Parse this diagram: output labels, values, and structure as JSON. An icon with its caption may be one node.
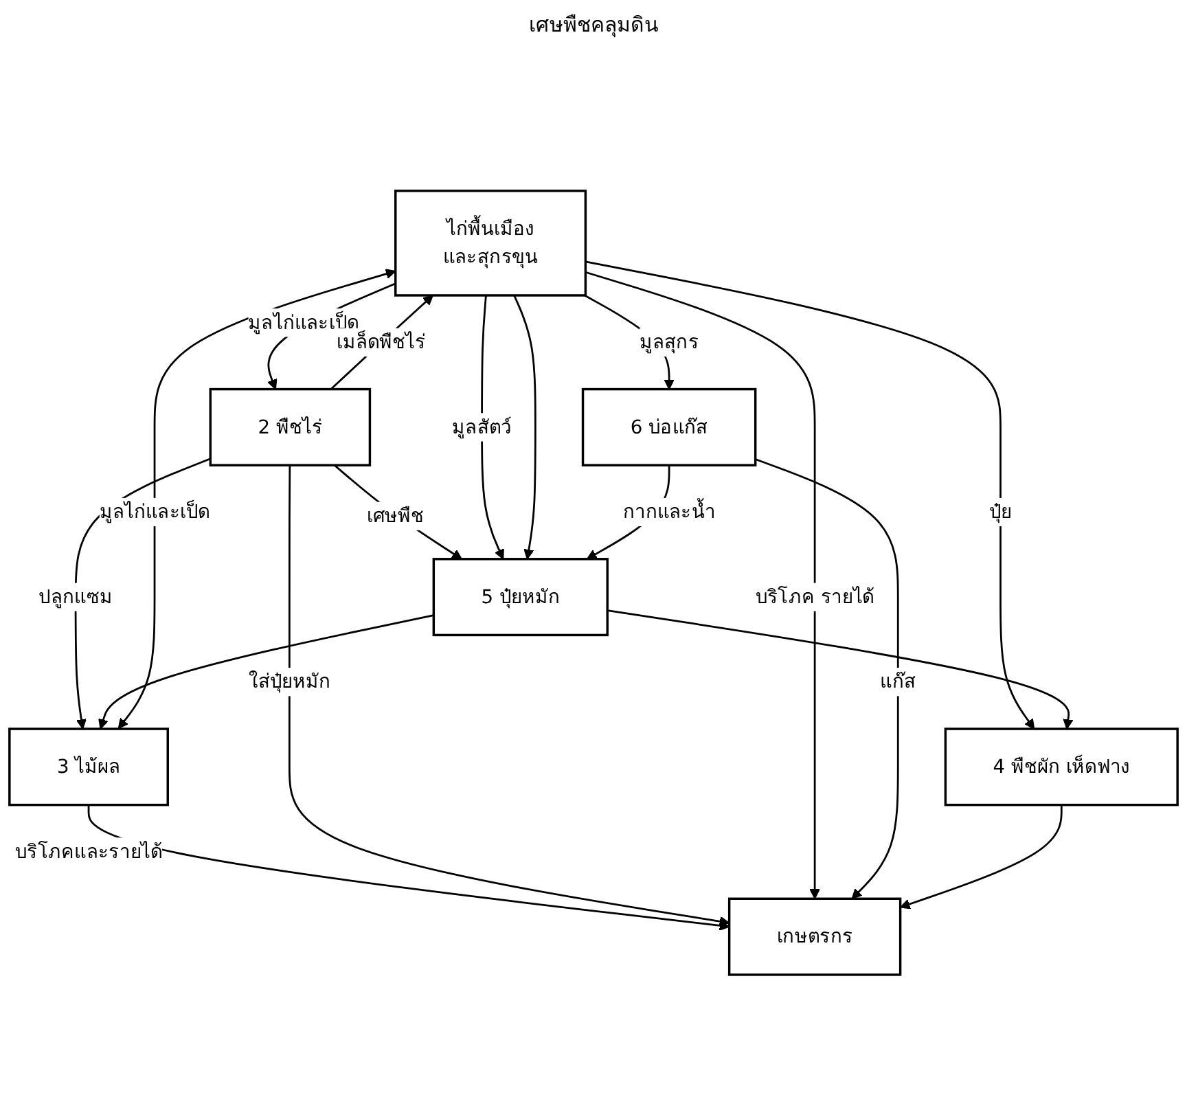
{
  "diagram": {
    "nodes": [
      {
        "text": [
          "ไก่พื้นเมือง",
          "และสุกรขุน"
        ]
      },
      {
        "text": [
          "2 พืชไร่"
        ]
      },
      {
        "text": [
          "3 ไม้ผล"
        ]
      },
      {
        "text": [
          "เกษตรกร"
        ]
      },
      {
        "text": [
          "4 พืชผัก เห็ดฟาง"
        ]
      },
      {
        "text": [
          "5 ปุ๋ยหมัก"
        ]
      },
      {
        "text": [
          "6 บ่อแก๊ส"
        ]
      }
    ],
    "edges": [
      {
        "from": 0,
        "to": 1,
        "arrow": "to",
        "label": "มูลไก่และเป็ด"
      },
      {
        "from": 1,
        "to": 2,
        "arrow": "to",
        "label": "ปลูกแซม"
      },
      {
        "from": 2,
        "to": 3,
        "arrow": "to",
        "label": "บริโภคและรายได้"
      },
      {
        "from": 1,
        "to": 0,
        "arrow": "to",
        "label": "เมล็ดพืชไร่"
      },
      {
        "from": 1,
        "to": 3,
        "arrow": "to",
        "label": "ใส่ปุ๋ยหมัก"
      },
      {
        "from": 1,
        "to": 5,
        "arrow": "to",
        "label": "เศษพืช"
      },
      {
        "from": 2,
        "to": 0,
        "arrow": "both",
        "label": "มูลไก่และเป็ด"
      },
      {
        "from": 0,
        "to": 3,
        "arrow": "to",
        "label": "บริโภค รายได้"
      },
      {
        "from": 0,
        "to": 5,
        "arrow": "to",
        "label": "มูลสัตว์"
      },
      {
        "from": 0,
        "to": 6,
        "arrow": "to",
        "label": "มูลสุกร"
      },
      {
        "from": 0,
        "to": 4,
        "arrow": "to",
        "label": "ปุ๋ย"
      },
      {
        "from": 0,
        "to": 5,
        "arrow": "to"
      },
      {
        "from": 6,
        "to": 5,
        "arrow": "to",
        "label": "กากและน้ำ"
      },
      {
        "from": 6,
        "to": 3,
        "arrow": "to",
        "label": "แก๊ส"
      },
      {
        "from": 5,
        "to": 2,
        "arrow": "to"
      },
      {
        "from": 5,
        "to": 4,
        "arrow": "to"
      },
      {
        "from": 4,
        "to": 3,
        "arrow": "to"
      }
    ],
    "labels": [
      "เศษพืชคลุมดิน"
    ]
  }
}
